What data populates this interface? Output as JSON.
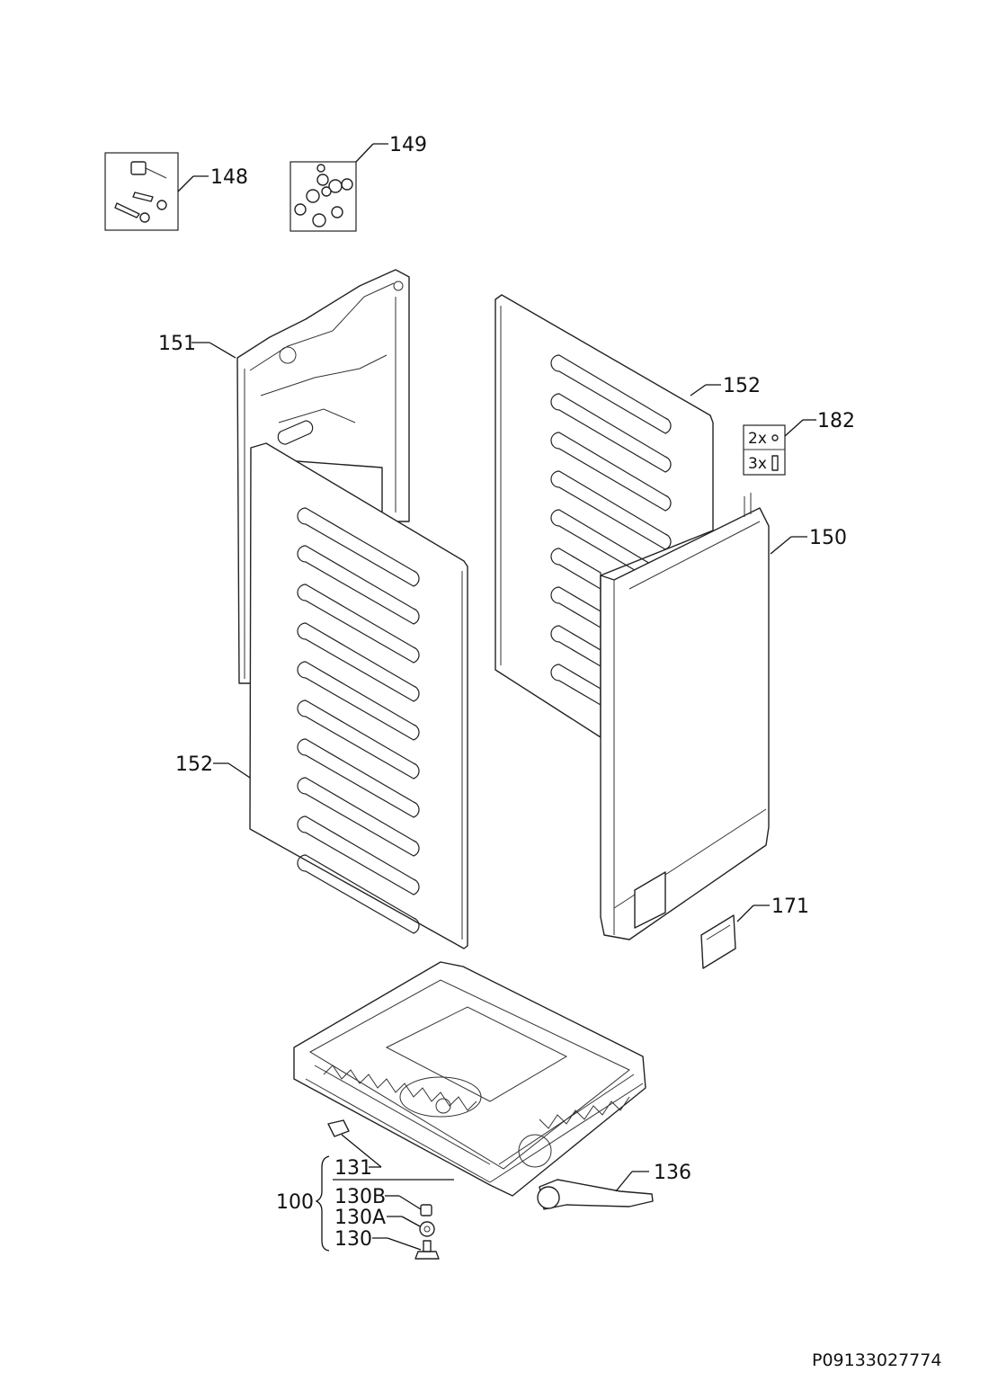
{
  "labels": {
    "l148": "148",
    "l149": "149",
    "l151": "151",
    "l152_right": "152",
    "l182": "182",
    "l150": "150",
    "l152_left": "152",
    "l171": "171",
    "l136": "136",
    "l100": "100",
    "l131": "131",
    "l130B": "130B",
    "l130A": "130A",
    "l130": "130"
  },
  "kit182": {
    "qty1": "2x",
    "qty2": "3x"
  },
  "document_code": "P09133027774"
}
